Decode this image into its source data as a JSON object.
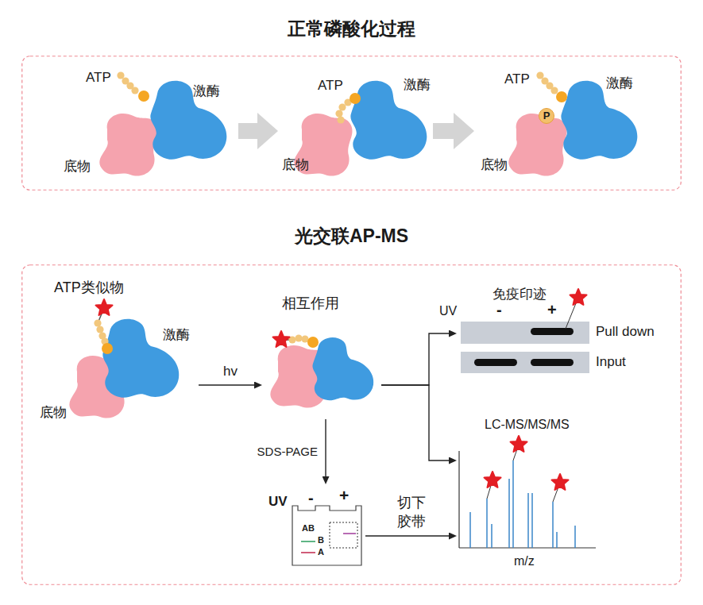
{
  "diagram": {
    "nodes": [
      {
        "text": [
          "正常磷酸化过程"
        ]
      },
      {
        "text": [
          "ATP",
          "激酶",
          "底物"
        ],
        "in": 0
      },
      {
        "text": [
          "ATP",
          "激酶",
          "底物"
        ],
        "in": 0
      },
      {
        "text": [
          "ATP",
          "激酶",
          "P",
          "底物"
        ],
        "in": 0
      },
      {
        "text": [
          "光交联AP-MS"
        ]
      },
      {
        "text": [
          "ATP类似物",
          "激酶",
          "底物"
        ],
        "in": 4
      },
      {
        "text": [
          "相互作用"
        ],
        "in": 4
      },
      {
        "text": [
          "免疫印迹",
          "UV",
          "-",
          "+",
          "Pull down",
          "Input"
        ],
        "in": 4
      },
      {
        "text": [
          "UV",
          "-",
          "+",
          "AB",
          "B",
          "A"
        ],
        "in": 4
      },
      {
        "text": [
          "LC-MS/MS/MS",
          "m/z"
        ],
        "in": 4
      }
    ],
    "edges": [
      {
        "from": 1,
        "to": 2,
        "arrow": "to"
      },
      {
        "from": 2,
        "to": 3,
        "arrow": "to"
      },
      {
        "from": 5,
        "to": 6,
        "label": "hv",
        "arrow": "to"
      },
      {
        "from": 6,
        "to": 7,
        "arrow": "to"
      },
      {
        "from": 6,
        "to": 9,
        "arrow": "to"
      },
      {
        "from": 6,
        "to": 8,
        "label": "SDS-PAGE",
        "arrow": "to"
      },
      {
        "from": 8,
        "to": 9,
        "label": "切下 胶带",
        "arrow": "to"
      }
    ]
  }
}
